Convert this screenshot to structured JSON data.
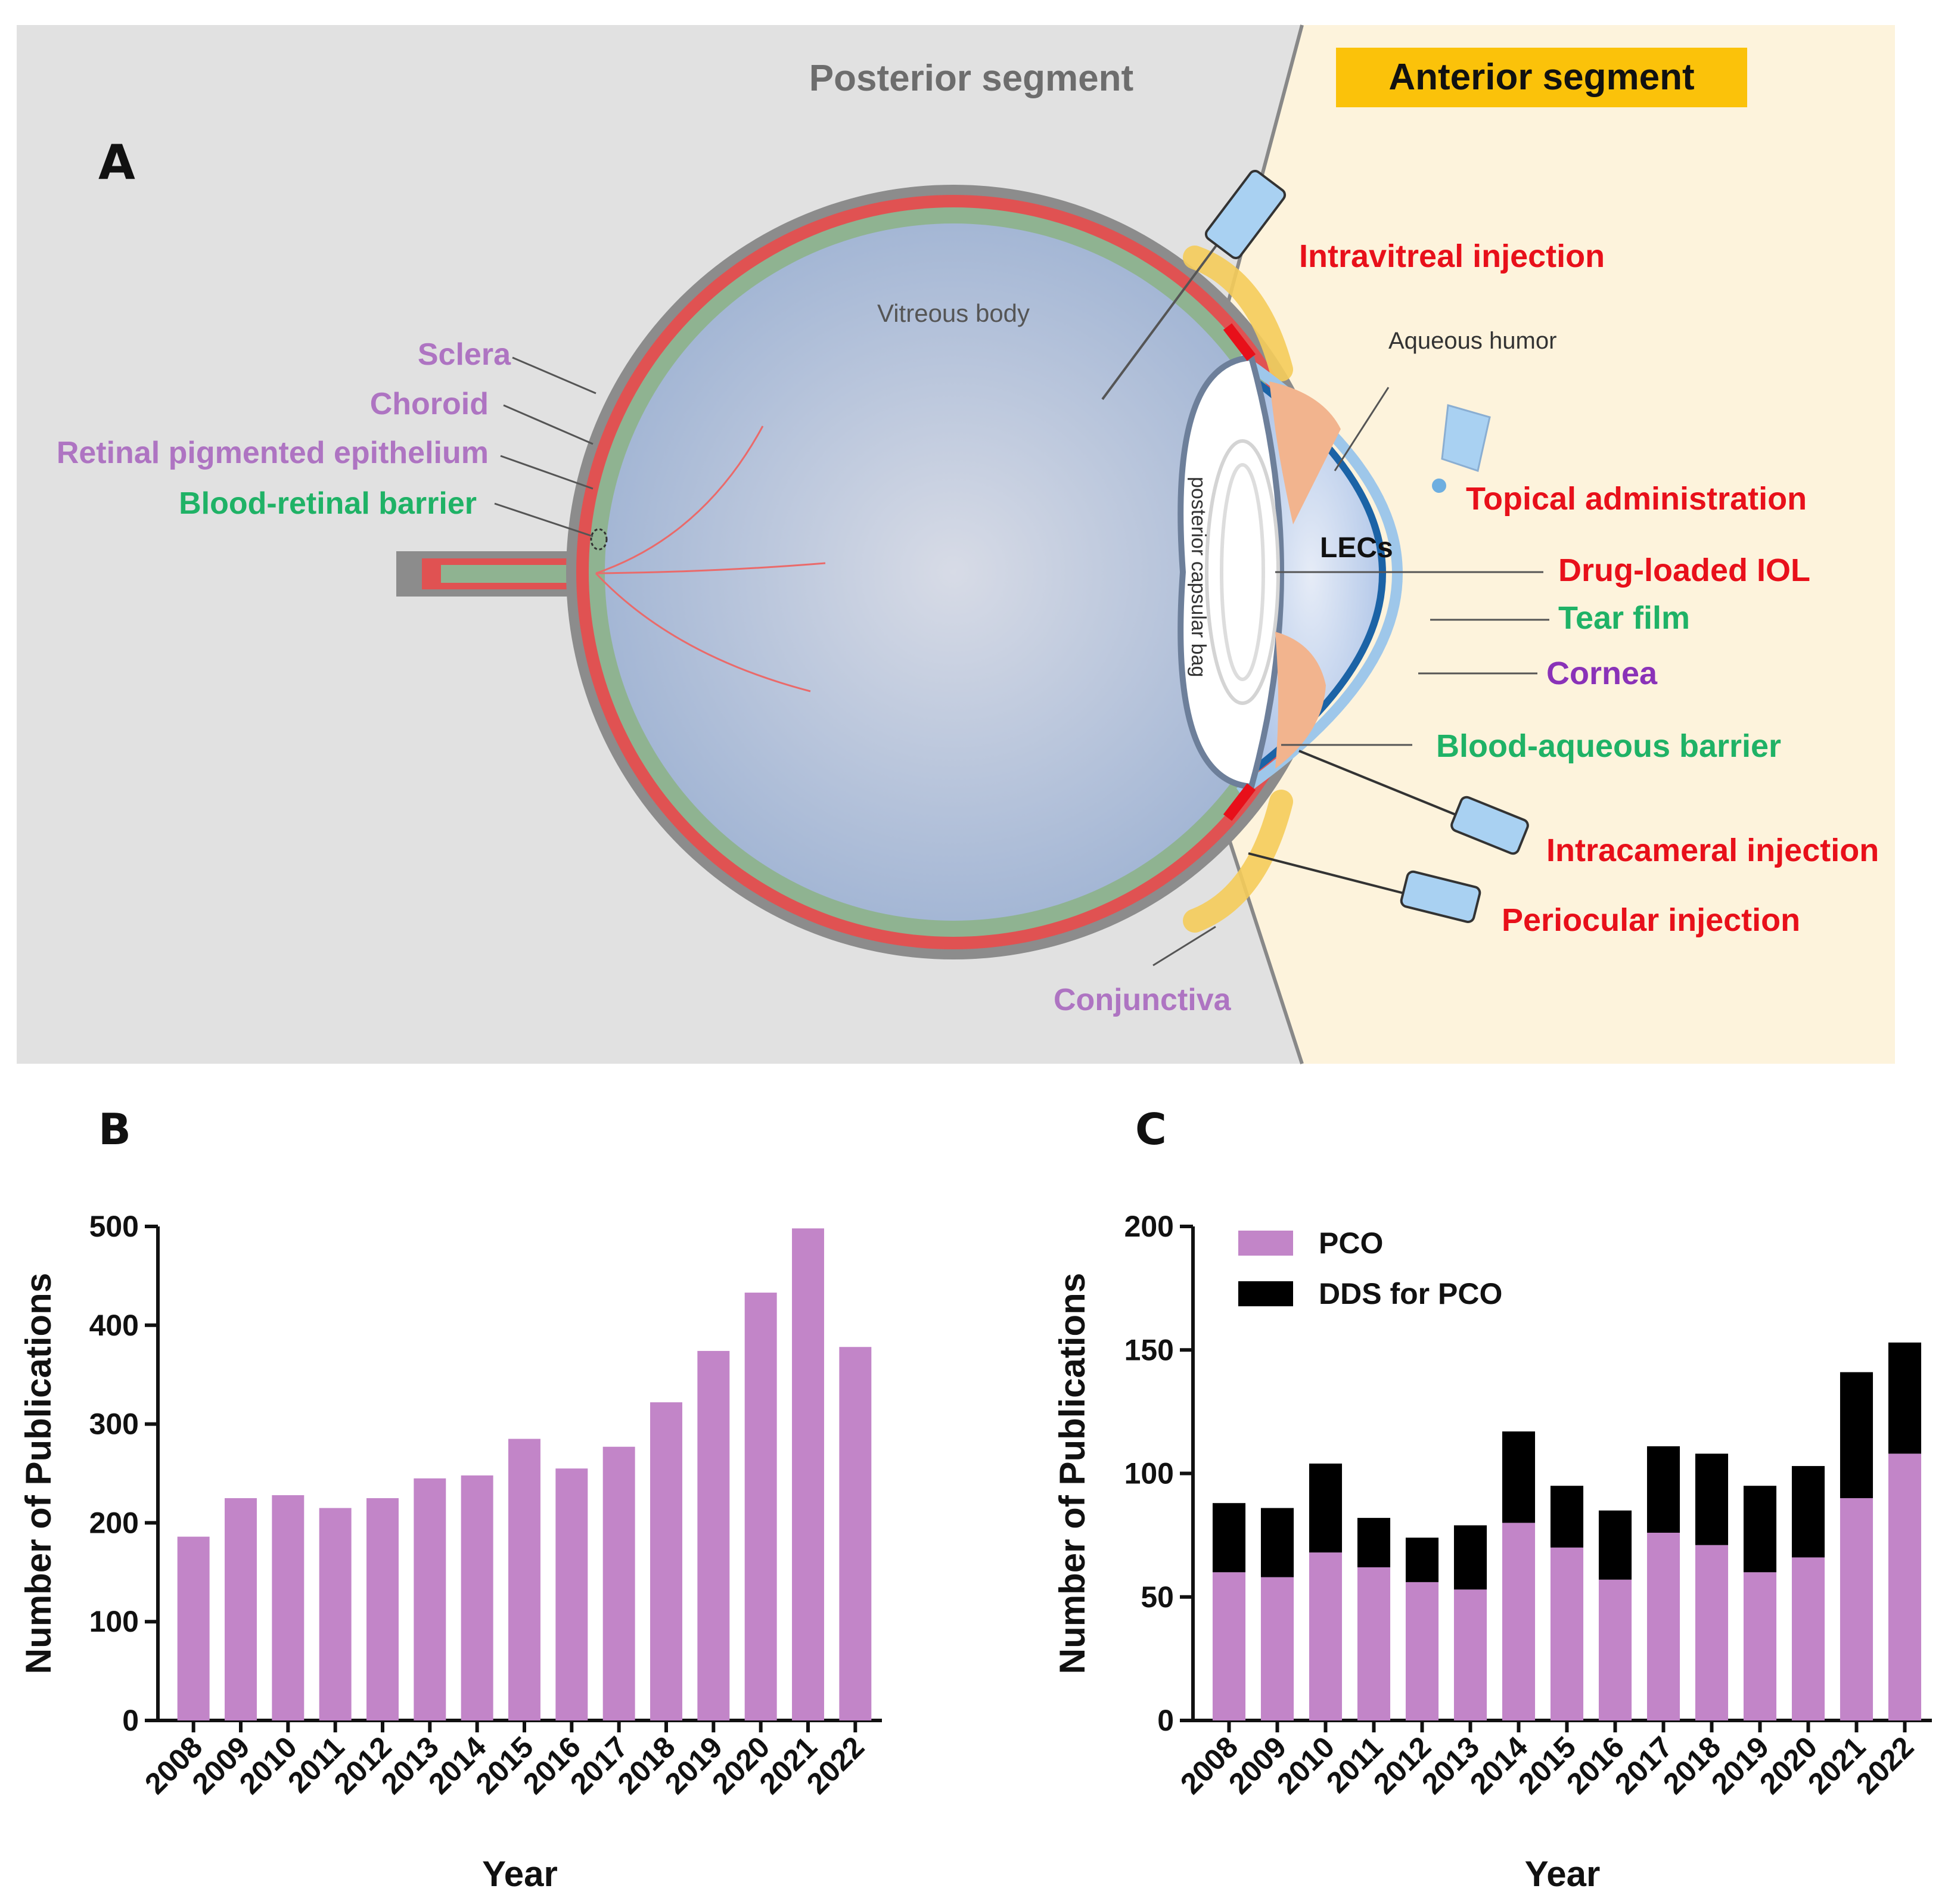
{
  "panel_a": {
    "letter": "A",
    "posterior_title": "Posterior segment",
    "anterior_title": "Anterior segment",
    "vitreous": "Vitreous body",
    "aqueous": "Aqueous humor",
    "capsular_bag": "posterior capsular bag",
    "lecs": "LECs",
    "left_labels": {
      "sclera": "Sclera",
      "choroid": "Choroid",
      "rpe": "Retinal pigmented epithelium",
      "brb": "Blood-retinal barrier"
    },
    "right_labels": {
      "intravitreal": "Intravitreal injection",
      "topical": "Topical administration",
      "iol": "Drug-loaded IOL",
      "tear": "Tear film",
      "cornea": "Cornea",
      "bab": "Blood-aqueous barrier",
      "intracameral": "Intracameral injection",
      "periocular": "Periocular injection",
      "conjunctiva": "Conjunctiva"
    },
    "colors": {
      "posterior_bg": "#e1e1e1",
      "anterior_bg": "#fdf3dc",
      "title_box": "#fbc20a",
      "red_label": "#e8101a",
      "purple_label": "#ae74c2",
      "green_label": "#1fb266",
      "deep_purple_label": "#8a32b8"
    }
  },
  "chart_data": [
    {
      "panel": "B",
      "type": "bar",
      "categories": [
        "2008",
        "2009",
        "2010",
        "2011",
        "2012",
        "2013",
        "2014",
        "2015",
        "2016",
        "2017",
        "2018",
        "2019",
        "2020",
        "2021",
        "2022"
      ],
      "values": [
        186,
        225,
        228,
        215,
        225,
        245,
        248,
        285,
        255,
        277,
        322,
        374,
        433,
        498,
        378
      ],
      "xlabel": "Year",
      "ylabel": "Number of Publications",
      "ylim": [
        0,
        500
      ],
      "yticks": [
        "0",
        "100",
        "200",
        "300",
        "400",
        "500"
      ],
      "color": "#c285c8",
      "grid": false
    },
    {
      "panel": "C",
      "type": "bar",
      "stacked": true,
      "categories": [
        "2008",
        "2009",
        "2010",
        "2011",
        "2012",
        "2013",
        "2014",
        "2015",
        "2016",
        "2017",
        "2018",
        "2019",
        "2020",
        "2021",
        "2022"
      ],
      "series": [
        {
          "name": "PCO",
          "color": "#c285c8",
          "values": [
            60,
            58,
            68,
            62,
            56,
            53,
            80,
            70,
            57,
            76,
            71,
            60,
            66,
            90,
            108
          ]
        },
        {
          "name": "DDS for PCO",
          "color": "#000000",
          "values": [
            28,
            28,
            36,
            20,
            18,
            26,
            37,
            25,
            28,
            35,
            37,
            35,
            37,
            51,
            45
          ]
        }
      ],
      "xlabel": "Year",
      "ylabel": "Number of Publications",
      "ylim": [
        0,
        200
      ],
      "yticks": [
        "0",
        "50",
        "100",
        "150",
        "200"
      ],
      "legend_position": "top-left",
      "grid": false
    }
  ]
}
